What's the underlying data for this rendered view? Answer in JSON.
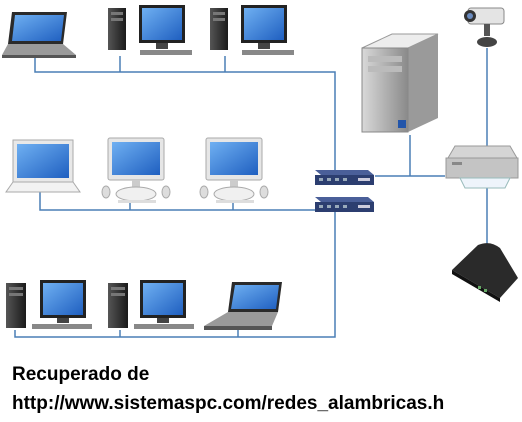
{
  "caption": {
    "line1": "Recuperado de",
    "line2": "http://www.sistemaspc.com/redes_alambricas.h"
  },
  "devices": [
    {
      "id": "laptop-top",
      "icon": "laptop-icon"
    },
    {
      "id": "desktop-top-1",
      "icon": "desktop-pc-icon"
    },
    {
      "id": "desktop-top-2",
      "icon": "desktop-pc-icon"
    },
    {
      "id": "imac-laptop-middle",
      "icon": "white-laptop-icon"
    },
    {
      "id": "imac-middle-1",
      "icon": "imac-icon"
    },
    {
      "id": "imac-middle-2",
      "icon": "imac-icon"
    },
    {
      "id": "desktop-bottom-1",
      "icon": "desktop-pc-icon"
    },
    {
      "id": "desktop-bottom-2",
      "icon": "desktop-pc-icon"
    },
    {
      "id": "laptop-bottom",
      "icon": "laptop-icon"
    },
    {
      "id": "server",
      "icon": "server-tower-icon"
    },
    {
      "id": "switch-1",
      "icon": "network-switch-icon"
    },
    {
      "id": "switch-2",
      "icon": "network-switch-icon"
    },
    {
      "id": "printer",
      "icon": "printer-icon"
    },
    {
      "id": "camera",
      "icon": "ip-camera-icon"
    },
    {
      "id": "modem",
      "icon": "modem-icon"
    }
  ],
  "colors": {
    "cable": "#4a7fb5",
    "screen": "#3a7fd6",
    "switch": "#2c3e70"
  }
}
